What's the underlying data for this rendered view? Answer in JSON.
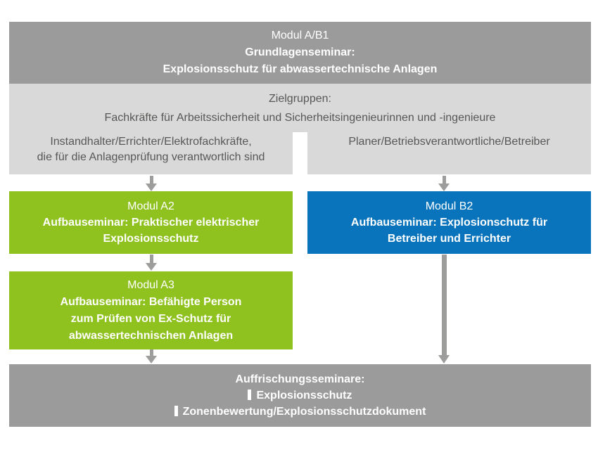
{
  "colors": {
    "box_dark_gray": "#9C9B9B",
    "box_light_gray": "#D9D9D9",
    "module_green": "#8FC11F",
    "module_blue": "#0974BB",
    "arrow_gray": "#9D9D9C",
    "text_dark": "#575756",
    "text_white": "#FFFFFF"
  },
  "diagram": {
    "modul_ab1": {
      "title": "Modul A/B1",
      "lines": [
        "Grundlagenseminar:",
        "Explosionsschutz für abwassertechnische Anlagen"
      ]
    },
    "zielgruppen": {
      "heading": "Zielgruppen:",
      "subheading": "Fachkräfte für Arbeitssicherheit und Sicherheitsingenieurinnen und -ingenieure",
      "left_lines": [
        "Instandhalter/Errichter/Elektrofachkräfte,",
        "die für die Anlagenprüfung verantwortlich sind"
      ],
      "right_line": "Planer/Betriebsverantwortliche/Betreiber"
    },
    "modul_a2": {
      "title": "Modul A2",
      "lines": [
        "Aufbauseminar: Praktischer elektrischer",
        "Explosionsschutz"
      ]
    },
    "modul_b2": {
      "title": "Modul B2",
      "lines": [
        "Aufbauseminar: Explosionschutz für",
        "Betreiber und Errichter"
      ]
    },
    "modul_a3": {
      "title": "Modul A3",
      "lines": [
        "Aufbauseminar: Befähigte Person",
        "zum Prüfen von Ex-Schutz für",
        "abwassertechnischen Anlagen"
      ]
    },
    "auffrischung": {
      "title": "Auffrischungsseminare:",
      "items": [
        "Explosionsschutz",
        "Zonenbewertung/Explosionsschutzdokument"
      ]
    }
  }
}
